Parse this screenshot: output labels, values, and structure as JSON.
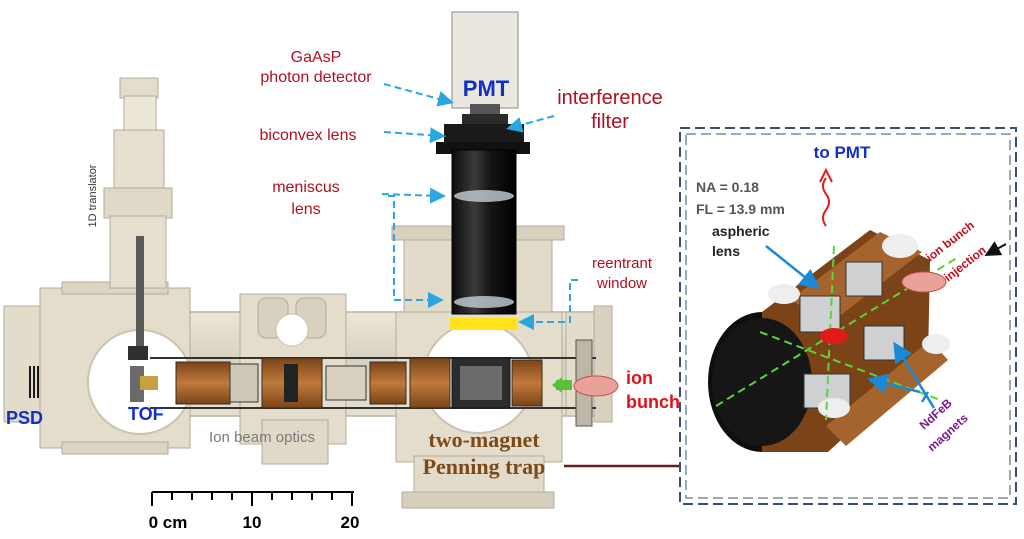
{
  "labels": {
    "gaasp_line1": "GaAsP",
    "gaasp_line2": "photon detector",
    "biconvex": "biconvex lens",
    "meniscus_line1": "meniscus",
    "meniscus_line2": "lens",
    "pmt": "PMT",
    "interference_line1": "interference",
    "interference_line2": "filter",
    "reentrant_line1": "reentrant",
    "reentrant_line2": "window",
    "ion_line1": "ion",
    "ion_line2": "bunch",
    "psd": "PSD",
    "tof": "TOF",
    "translator": "1D translator",
    "ion_beam_optics": "Ion beam optics",
    "trap_line1": "two-magnet",
    "trap_line2": "Penning trap"
  },
  "scale_bar": {
    "ticks": [
      "0 cm",
      "10",
      "20"
    ]
  },
  "inset": {
    "to_pmt": "to PMT",
    "na": "NA = 0.18",
    "fl": "FL = 13.9 mm",
    "aspheric_line1": "aspheric",
    "aspheric_line2": "lens",
    "ion_bunch": "ion bunch",
    "injection": "injection",
    "ndfeb": "NdFeB",
    "magnets": "magnets"
  },
  "colors": {
    "label_red": "#b01020",
    "label_blue": "#1030c8",
    "label_purple": "#7a1a8a",
    "label_brown": "#7a4a1a",
    "arrow_cyan": "#2aa6e0",
    "copper": "#a5642e",
    "window_yellow": "#ffe21a",
    "inset_border": "#34507a"
  }
}
